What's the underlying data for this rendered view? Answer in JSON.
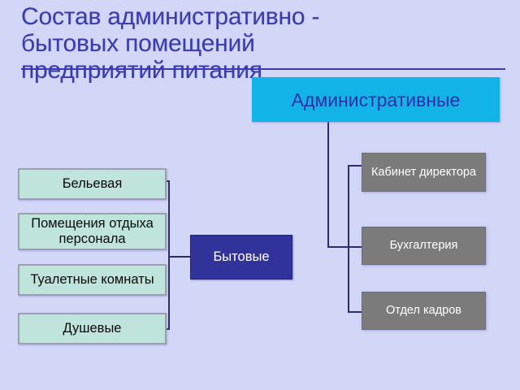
{
  "slide": {
    "background_color": "#d3d7f7",
    "title": "Состав административно -\nбытовых  помещений\nпредприятий питания",
    "title_color": "#3b3bb0"
  },
  "diagram": {
    "type": "organizational-tree",
    "nodes": {
      "administrative": {
        "label": "Административные",
        "fill": "#12b4e8",
        "text_color": "#2e2ea8"
      },
      "household": {
        "label": "Бытовые",
        "fill": "#32329b",
        "text_color": "#ffffff"
      },
      "household_children": [
        {
          "label": "Бельевая",
          "fill": "#bfe4dc",
          "text_color": "#0a0a0a"
        },
        {
          "label": "Помещения отдыха персонала",
          "fill": "#bfe4dc",
          "text_color": "#0a0a0a"
        },
        {
          "label": "Туалетные комнаты",
          "fill": "#bfe4dc",
          "text_color": "#0a0a0a"
        },
        {
          "label": "Душевые",
          "fill": "#bfe4dc",
          "text_color": "#0a0a0a"
        }
      ],
      "administrative_children": [
        {
          "label": "Кабинет директора",
          "fill": "#7b7b7b",
          "text_color": "#ffffff"
        },
        {
          "label": "Бухгалтерия",
          "fill": "#7b7b7b",
          "text_color": "#ffffff"
        },
        {
          "label": "Отдел кадров",
          "fill": "#7b7b7b",
          "text_color": "#ffffff"
        }
      ]
    },
    "connector_color": "#2b2b6e"
  }
}
